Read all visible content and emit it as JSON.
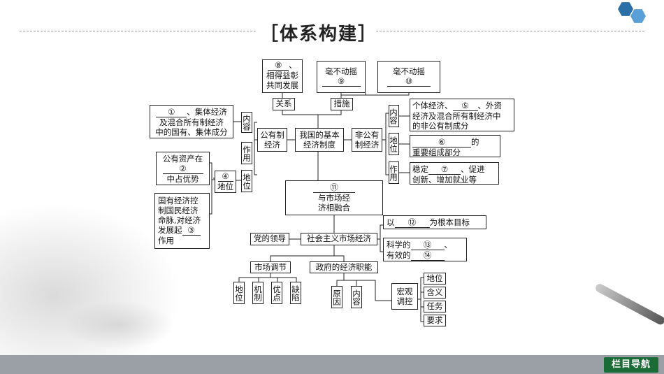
{
  "header": {
    "title": "［体系构建］"
  },
  "nav": {
    "label": "栏目导航"
  },
  "nodes": {
    "b8": {
      "num": "⑧",
      "tail": "、",
      "l2": "相得益彰",
      "l3": "共同发展"
    },
    "b9": {
      "l1": "毫不动摇",
      "num": "⑨"
    },
    "b10": {
      "l1": "毫不动摇",
      "num": "⑩"
    },
    "relation": "关系",
    "measures": "措施",
    "pub_neirong": "内容",
    "pub_zuoyong": "作用",
    "pub_diwei": "地位",
    "pub_econ": "公有制经济",
    "basic": "我国的基本经济制度",
    "nonpub": "非公有制经济",
    "np_neirong": "内容",
    "np_diwei": "地位",
    "np_zuoyong": "作用",
    "b1": {
      "num": "①",
      "t1": "、集体经济",
      "t2": "及混合所有制经济",
      "t3": "中的国有、集体成分"
    },
    "b2": {
      "l1": "公有资产在",
      "num": "②",
      "l3": "中占优势"
    },
    "b4": {
      "num": "④",
      "l2": "地位"
    },
    "b3": {
      "l1": "国有经济控",
      "l2": "制国民经济",
      "l3": "命脉,对经济",
      "l4": "发展起",
      "num": "③",
      "l5": "作用"
    },
    "b5": {
      "t1": "个体经济、",
      "num": "⑤",
      "t2": "、外资",
      "t3": "经济及混合所有制经济中",
      "t4": "的非公有制成分"
    },
    "b6": {
      "num": "⑥",
      "t2": "的",
      "t3": "重要组成部分"
    },
    "b7": {
      "t1": "稳定",
      "num": "⑦",
      "t2": "、促进",
      "t3": "创新、增加就业等"
    },
    "b11": {
      "num": "⑪",
      "l2": "与市场经",
      "l3": "济相融合"
    },
    "party": "党的领导",
    "socialist": "社会主义市场经济",
    "b12": {
      "t1": "以",
      "num": "⑫",
      "t2": "为根本目标"
    },
    "b13": {
      "t1": "科学的",
      "num1": "⑬",
      "t2": "、",
      "t3": "有效的",
      "num2": "⑭"
    },
    "market_reg": "市场调节",
    "gov_func": "政府的经济职能",
    "mr_items": [
      "地位",
      "机制",
      "优点",
      "缺陷"
    ],
    "gov_yuanyin": "原因",
    "gov_neirong": "内容",
    "macro": "宏观调控",
    "macro_items": [
      "地位",
      "含义",
      "任务",
      "要求"
    ]
  }
}
